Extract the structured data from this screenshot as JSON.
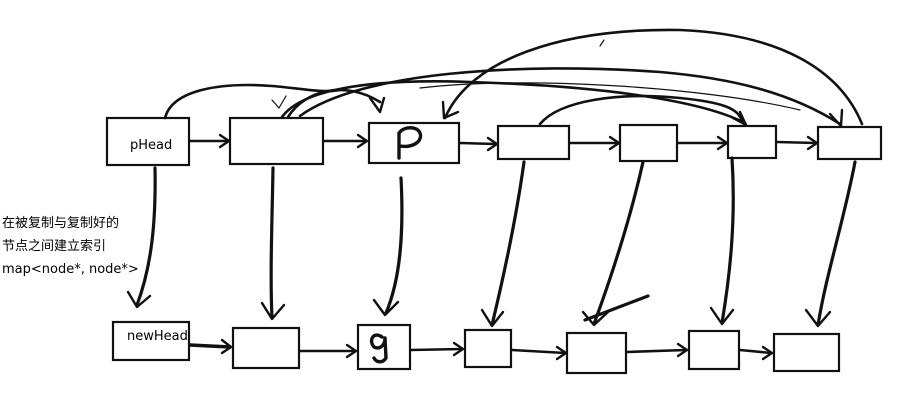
{
  "labels": {
    "original_head": "pHead",
    "copy_head": "newHead",
    "original_node_mark": "P",
    "copy_node_mark": "q"
  },
  "note": {
    "line1": "在被复制与复制好的",
    "line2": "节点之间建立索引",
    "line3": "map<node*, node*>"
  },
  "colors": {
    "ink": "#111111",
    "background": "#ffffff"
  }
}
